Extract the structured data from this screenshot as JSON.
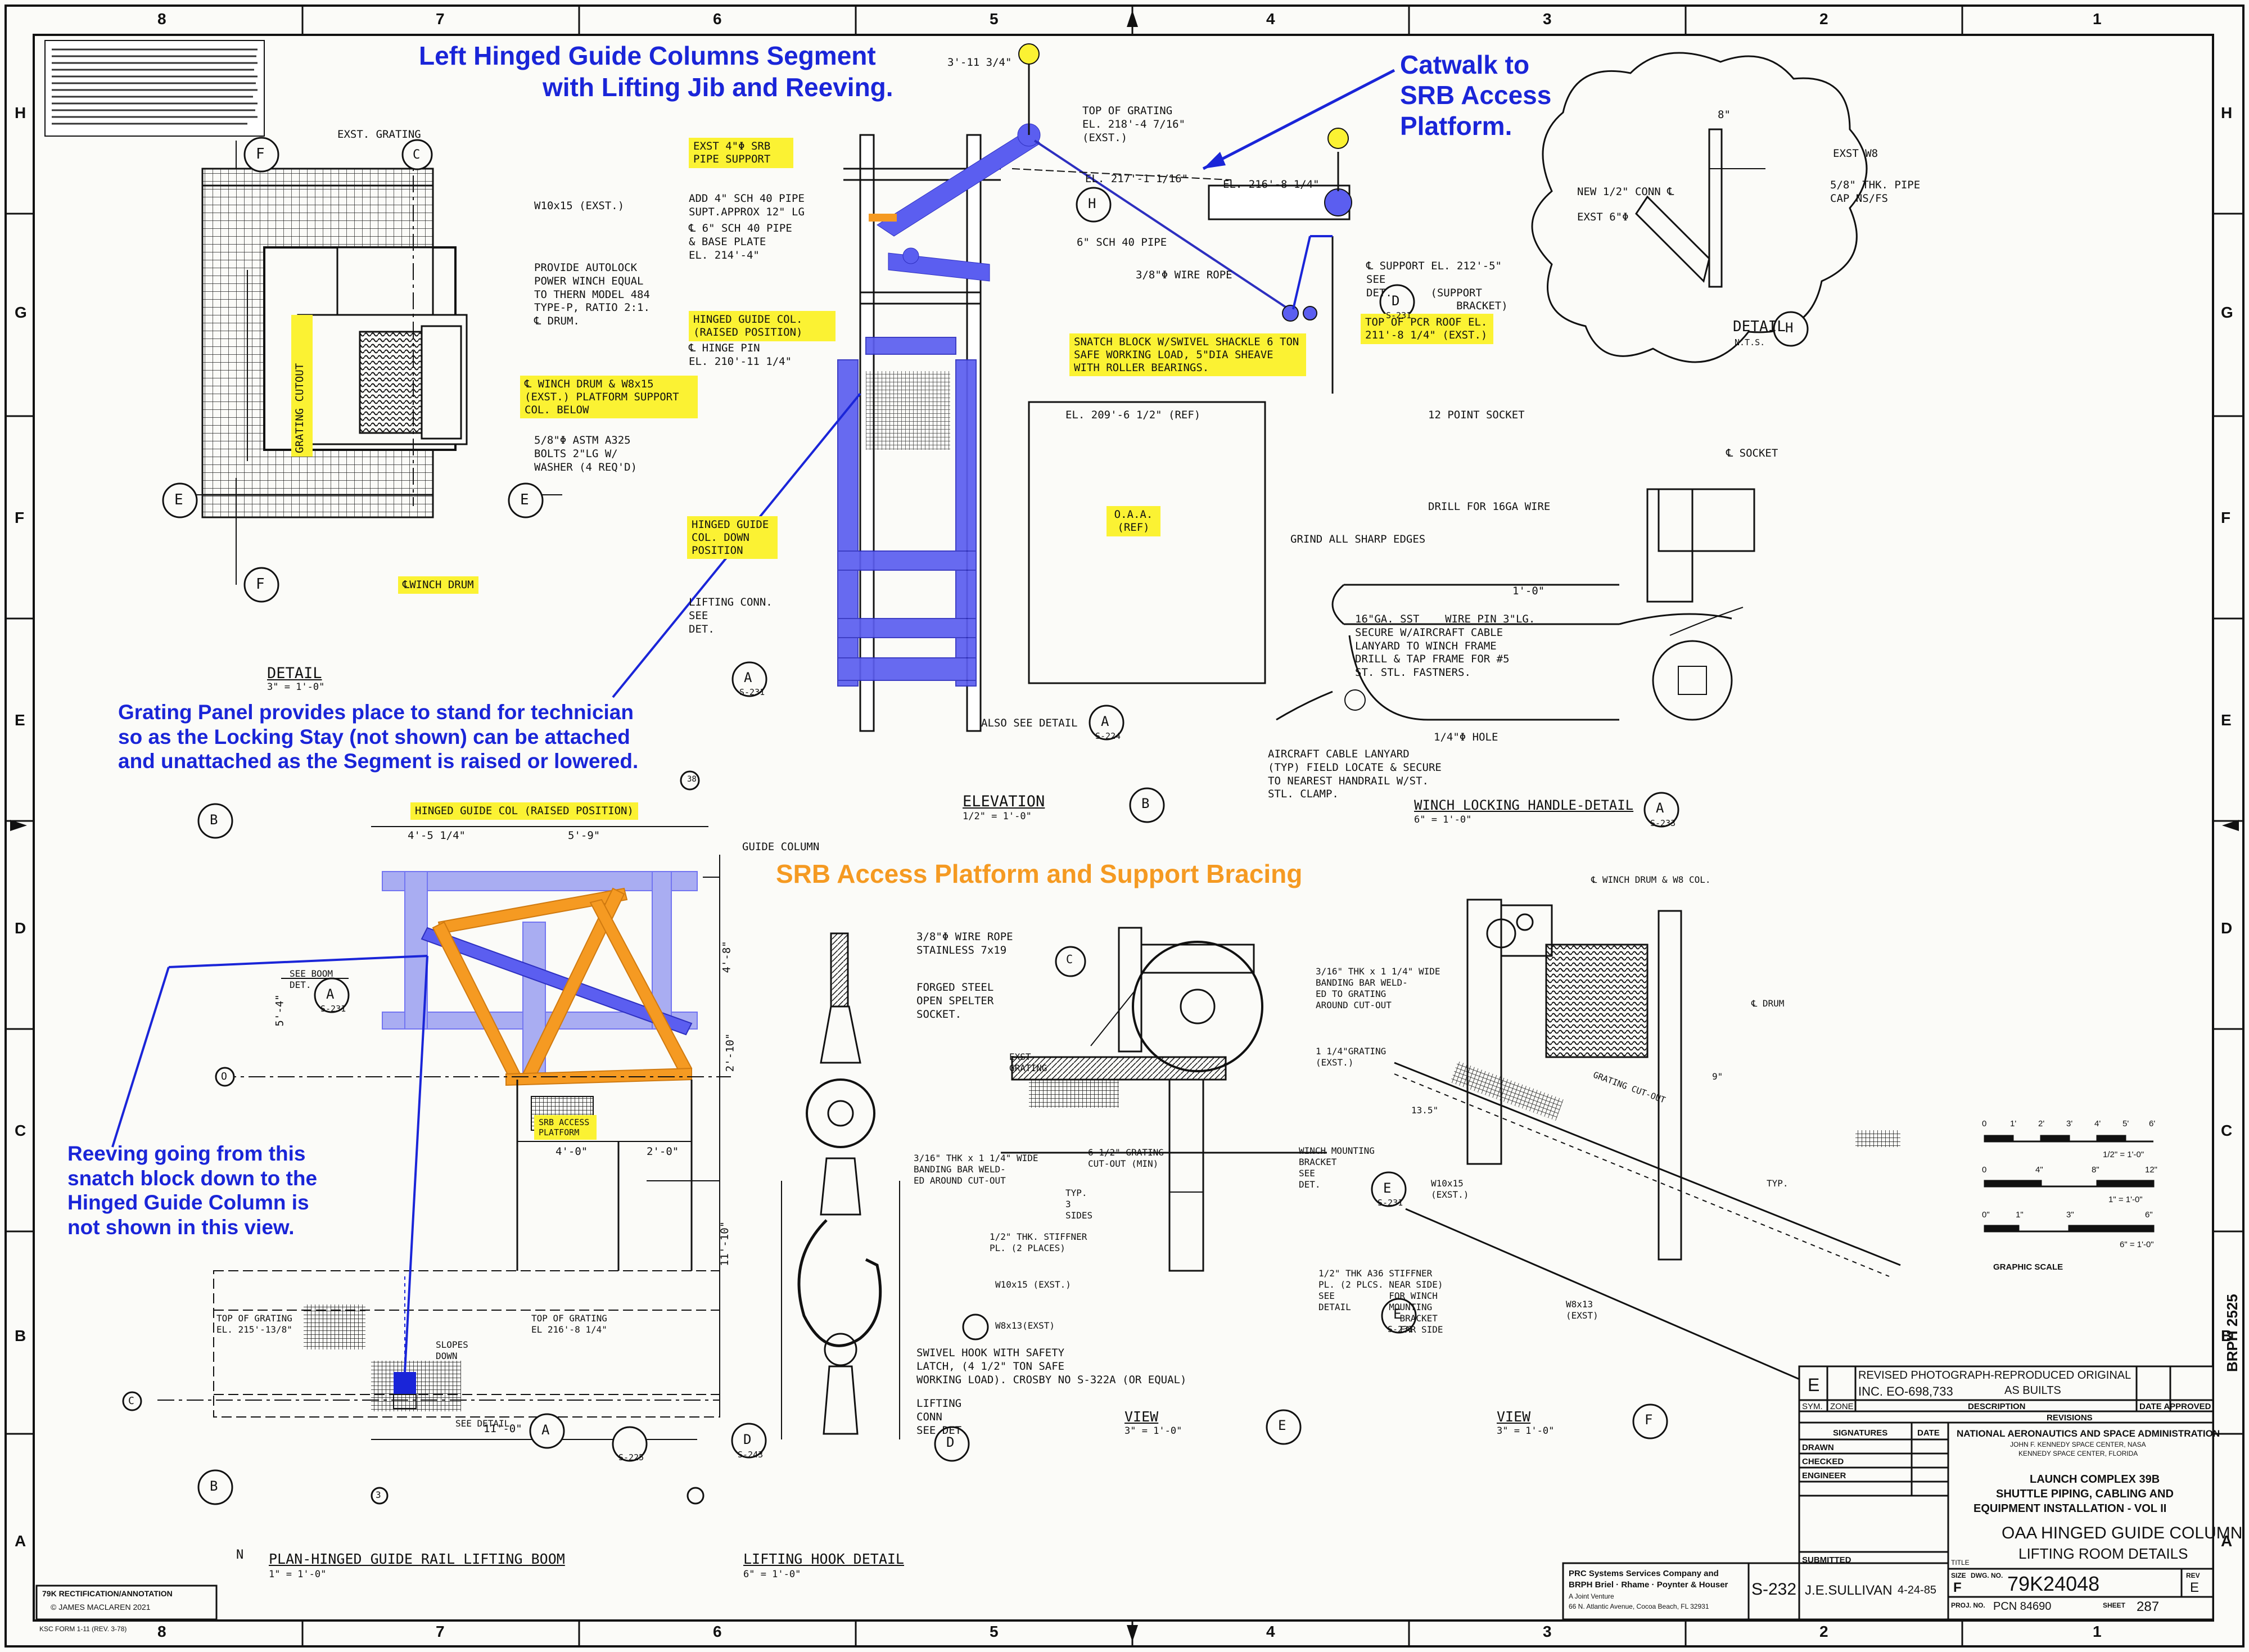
{
  "annotations": {
    "left_hinged_title": "Left Hinged Guide Columns Segment",
    "left_hinged_title_2": "with Lifting Jib and Reeving.",
    "catwalk_1": "Catwalk to",
    "catwalk_2": "SRB Access",
    "catwalk_3": "Platform.",
    "grating_1": "Grating Panel provides place to stand for technician",
    "grating_2": "so as the Locking Stay (not shown) can be attached",
    "grating_3": "and unattached as the Segment is raised or lowered.",
    "srb_platform": "SRB Access Platform and Support Bracing",
    "reeving_1": "Reeving going from this",
    "reeving_2": "snatch block down to the",
    "reeving_3": "Hinged Guide Column is",
    "reeving_4": "not shown in this view."
  },
  "highlights": {
    "exst_pipe": "EXST 4\"Φ SRB PIPE SUPPORT",
    "hinged_raised": "HINGED GUIDE COL. (RAISED POSITION)",
    "snatch_block": "SNATCH BLOCK W/SWIVEL SHACKLE 6 TON SAFE WORKING LOAD, 5\"DIA SHEAVE WITH ROLLER BEARINGS.",
    "top_pcr": "TOP OF PCR ROOF EL. 211'-8 1/4\" (EXST.)",
    "winch_drum_col": "℄ WINCH DRUM & W8x15 (EXST.) PLATFORM SUPPORT COL. BELOW",
    "grating_cutout": "GRATING CUTOUT",
    "winch_drum": "℄WINCH DRUM",
    "hinged_down": "HINGED GUIDE COL. DOWN POSITION",
    "oaa_ref": "O.A.A. (REF)",
    "hinged_raised_2": "HINGED GUIDE COL (RAISED POSITION)",
    "srb_access": "SRB ACCESS PLATFORM"
  },
  "notes": {
    "exst_grating": "EXST. GRATING",
    "w10x15": "W10x15 (EXST.)",
    "autolock": "PROVIDE AUTOLOCK\nPOWER WINCH EQUAL\nTO THERN MODEL 484\nTYPE-P, RATIO 2:1.\n℄ DRUM.",
    "bolts": "5/8\"Φ ASTM A325\nBOLTS 2\"LG W/\nWASHER (4 REQ'D)",
    "top_grating": "TOP OF GRATING\nEL. 218'-4 7/16\"\n(EXST.)",
    "el217": "EL. 217'-1 1/16\"",
    "el216": "EL. 216'-8 1/4\"",
    "add_pipe": "ADD 4\" SCH 40 PIPE\nSUPT.APPROX 12\" LG",
    "sch40_6": "℄ 6\" SCH 40 PIPE\n& BASE PLATE\nEL. 214'-4\"",
    "sch40_pipe": "6\" SCH 40 PIPE",
    "wire_rope": "3/8\"Φ WIRE ROPE",
    "support_el": "℄ SUPPORT EL. 212'-5\"\nSEE\nDET.      (SUPPORT\n              BRACKET)",
    "hinge_pin": "℄ HINGE PIN\nEL. 210'-11 1/4\"",
    "el209": "EL. 209'-6 1/2\" (REF)",
    "lifting_conn": "LIFTING CONN.\nSEE\nDET.",
    "also_see": "ALSO SEE DETAIL",
    "dim_3_11": "3'-11 3/4\"",
    "exst_w8": "EXST W8",
    "pipe_cap": "5/8\" THK. PIPE\nCAP NS/FS",
    "new_conn": "NEW 1/2\" CONN ℄",
    "exst_6": "EXST 6\"Φ",
    "detail_nts": "DETAIL",
    "nts": "N.T.S.",
    "dim_8": "8\"",
    "socket_12": "12 POINT SOCKET",
    "socket_cl": "℄ SOCKET",
    "drill": "DRILL FOR 16GA WIRE",
    "grind": "GRIND ALL SHARP EDGES",
    "dim_1_0": "1'-0\"",
    "wire_pin": "16\"GA. SST    WIRE PIN 3\"LG.\nSECURE W/AIRCRAFT CABLE\nLANYARD TO WINCH FRAME\nDRILL & TAP FRAME FOR #5\nST. STL. FASTNERS.",
    "hole": "1/4\"Φ HOLE",
    "lanyard": "AIRCRAFT CABLE LANYARD\n(TYP) FIELD LOCATE & SECURE\nTO NEAREST HANDRAIL W/ST.\nSTL. CLAMP.",
    "guide_column": "GUIDE COLUMN",
    "dim_4_5": "4'-5 1/4\"",
    "dim_5_9": "5'-9\"",
    "dim_5_4": "5'-4\"",
    "dim_4_8": "4'-8\"",
    "dim_2_10": "2'-10\"",
    "dim_4_0": "4'-0\"",
    "dim_2_0": "2'-0\"",
    "dim_11_10": "11'-10\"",
    "dim_11_0": "11'-0\"",
    "see_boom": "SEE BOOM\nDET.",
    "top_grating_2": "TOP OF GRATING\nEL. 215'-13/8\"",
    "top_grating_3": "TOP OF GRATING\nEL 216'-8 1/4\"",
    "slopes_down": "SLOPES\nDOWN",
    "see_detail": "SEE DETAIL",
    "wire_rope_2": "3/8\"Φ WIRE ROPE\nSTAINLESS 7x19",
    "forged": "FORGED STEEL\nOPEN SPELTER\nSOCKET.",
    "swivel": "SWIVEL HOOK WITH SAFETY\nLATCH, (4 1/2\" TON SAFE\nWORKING LOAD). CROSBY NO S-322A (OR EQUAL)",
    "lifting_conn_2": "LIFTING\nCONN\nSEE DET.",
    "exst_grating_2": "EXST\nGRATING",
    "banding": "3/16\" THK x 1 1/4\" WIDE\nBANDING BAR WELD-\nED AROUND CUT-OUT",
    "grating_cut": "6 1/2\" GRATING\nCUT-OUT (MIN)",
    "typ_sides": "TYP.\n3\nSIDES",
    "stiffener": "1/2\" THK. STIFFNER\nPL. (2 PLACES)",
    "w10x15_2": "W10x15 (EXST.)",
    "w8x13": "W8x13(EXST)",
    "winch_mount": "WINCH MOUNTING\nBRACKET\nSEE\nDET.",
    "banding_2": "3/16\" THK x 1 1/4\" WIDE\nBANDING BAR WELD-\nED TO GRATING\nAROUND CUT-OUT",
    "grating_exst": "1 1/4\"GRATING\n(EXST.)",
    "grating_cutout_2": "GRATING CUT-OUT",
    "e_drum": "℄ DRUM",
    "e_winch_col": "℄ WINCH DRUM & W8 COL.",
    "w10x15_3": "W10x15\n(EXST.)",
    "stiffener_2": "1/2\" THK A36 STIFFNER\nPL. (2 PLCS. NEAR SIDE)\nSEE          FOR WINCH\nDETAIL       MOUNTING\n               BRACKET\n               FAR SIDE",
    "w8x13_2": "W8x13\n(EXST)",
    "dim_9": "9\"",
    "dim_13_5": "13.5\"",
    "typ": "TYP."
  },
  "titles": {
    "detail_a": "DETAIL",
    "detail_a_scale": "3\" = 1'-0\"",
    "elevation": "ELEVATION",
    "elevation_scale": "1/2\" = 1'-0\"",
    "winch_handle": "WINCH LOCKING HANDLE-DETAIL",
    "winch_handle_scale": "6\" = 1'-0\"",
    "plan_boom": "PLAN-HINGED GUIDE RAIL LIFTING BOOM",
    "plan_boom_scale": "1\" = 1'-0\"",
    "hook_detail": "LIFTING HOOK DETAIL",
    "hook_scale": "6\" = 1'-0\"",
    "view_e": "VIEW",
    "view_e_scale": "3\" = 1'-0\"",
    "view_f": "VIEW",
    "view_f_scale": "3\" = 1'-0\""
  },
  "callouts": {
    "A": "A",
    "B": "B",
    "C": "C",
    "D": "D",
    "E": "E",
    "F": "F",
    "H": "H",
    "S231": "S-231",
    "S243": "S-243",
    "S224": "S-224",
    "S233": "S-233",
    "S225": "S-225",
    "circ_c": "C",
    "circ_o": "O",
    "circ_38": "38",
    "circ_3": "3",
    "circ_N": "N"
  },
  "zones": {
    "top": [
      "8",
      "7",
      "6",
      "5",
      "4",
      "3",
      "2",
      "1"
    ],
    "left": [
      "H",
      "G",
      "F",
      "E",
      "D",
      "C",
      "B",
      "A"
    ]
  },
  "scale": {
    "row1": [
      "0",
      "1'",
      "2'",
      "3'",
      "4'",
      "5'",
      "6'"
    ],
    "row1_label": "1/2\" = 1'-0\"",
    "row2": [
      "0",
      "4\"",
      "8\"",
      "12\""
    ],
    "row2_label": "1\" = 1'-0\"",
    "row3": [
      "0\"",
      "1\"",
      "3\"",
      "6\""
    ],
    "row3_label": "6\" = 1'-0\"",
    "graphic": "GRAPHIC SCALE"
  },
  "titleblock": {
    "rev_letter": "E",
    "rev_desc": "REVISED PHOTOGRAPH-REPRODUCED ORIGINAL",
    "rev_inc": "INC. EO-698,733",
    "rev_asbuilt": "AS BUILTS",
    "sym": "SYM.",
    "zone_h": "ZONE",
    "description": "DESCRIPTION",
    "date_approved": "DATE  APPROVED",
    "revisions": "REVISIONS",
    "signatures": "SIGNATURES",
    "date": "DATE",
    "drawn": "DRAWN",
    "checked": "CHECKED",
    "engineer": "ENGINEER",
    "submitted": "SUBMITTED",
    "nasa": "NATIONAL AERONAUTICS AND SPACE ADMINISTRATION",
    "ksc": "JOHN F. KENNEDY SPACE CENTER, NASA",
    "ksc2": "KENNEDY SPACE CENTER, FLORIDA",
    "lc39b": "LAUNCH COMPLEX 39B",
    "shuttle": "SHUTTLE PIPING, CABLING AND",
    "equip": "EQUIPMENT INSTALLATION - VOL II",
    "oaa": "OAA HINGED GUIDE COLUMN",
    "lifting_room": "LIFTING ROOM DETAILS",
    "title_label": "TITLE",
    "size": "SIZE",
    "size_val": "F",
    "dwg_no": "DWG. NO.",
    "dwg_val": "79K24048",
    "rev": "REV",
    "rev_val": "E",
    "proj_no": "PROJ. NO.",
    "pcn": "PCN 84690",
    "sheet": "SHEET",
    "sheet_val": "287",
    "prc": "PRC Systems Services Company and",
    "brph": "BRPH Briel · Rhame · Poynter & Houser",
    "joint": "A Joint Venture",
    "addr": "66 N. Atlantic Avenue, Cocoa Beach, FL 32931",
    "s232": "S-232",
    "sullivan": "J.E.SULLIVAN",
    "date_val": "4-24-85",
    "brph_side": "BRPH 2525"
  },
  "credits": {
    "line1": "79K RECTIFICATION/ANNOTATION",
    "line2": "© JAMES MACLAREN 2021",
    "form": "KSC FORM 1-11 (REV. 3-78)"
  },
  "colors": {
    "annotation_blue": "#1a25d8",
    "highlight_yellow": "#fbf233",
    "platform_orange": "#f59a22",
    "column_blue": "#5b5ef0"
  }
}
